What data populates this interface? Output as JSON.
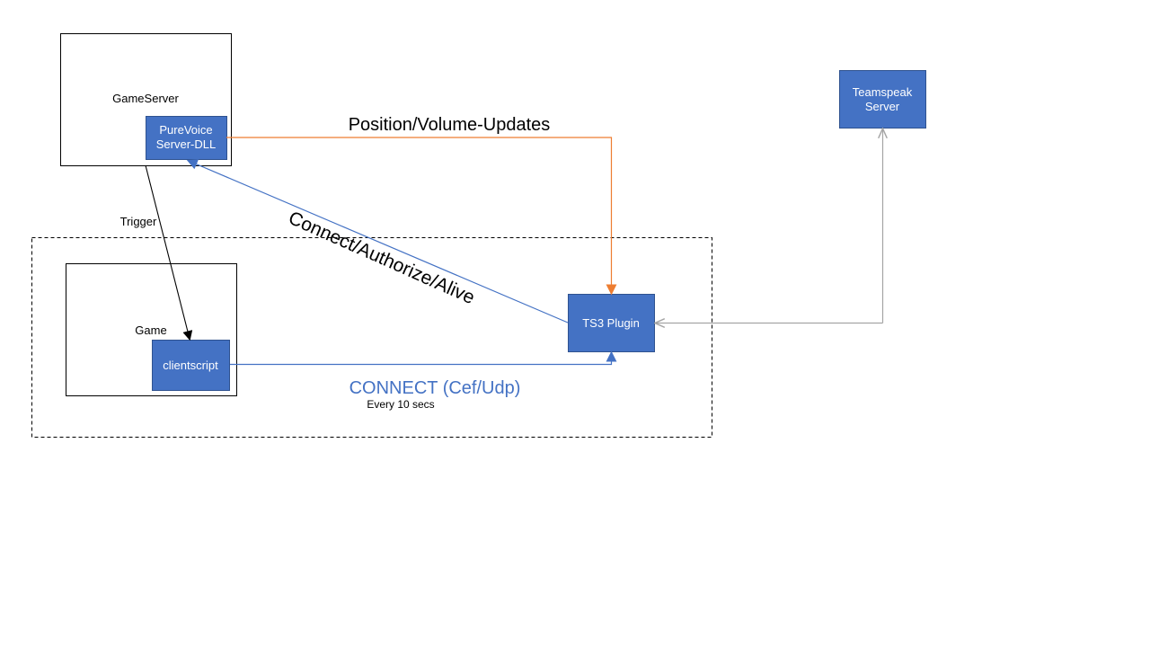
{
  "colors": {
    "box_fill": "#4472C4",
    "box_stroke": "#2F528F",
    "blue_arrow": "#4472C4",
    "orange_arrow": "#ED7D31",
    "gray_arrow": "#A5A5A5",
    "black": "#000000",
    "white": "#FFFFFF"
  },
  "nodes": {
    "gameserver_label": "GameServer",
    "purevoice_line1": "PureVoice",
    "purevoice_line2": "Server-DLL",
    "teamspeak_line1": "Teamspeak",
    "teamspeak_line2": "Server",
    "game_label": "Game",
    "clientscript_label": "clientscript",
    "ts3_plugin_label": "TS3 Plugin"
  },
  "edges": {
    "position_updates": "Position/Volume-Updates",
    "connect_authorize": "Connect/Authorize/Alive",
    "trigger": "Trigger",
    "connect_cef_udp": "CONNECT (Cef/Udp)",
    "every_10_secs": "Every 10 secs"
  }
}
